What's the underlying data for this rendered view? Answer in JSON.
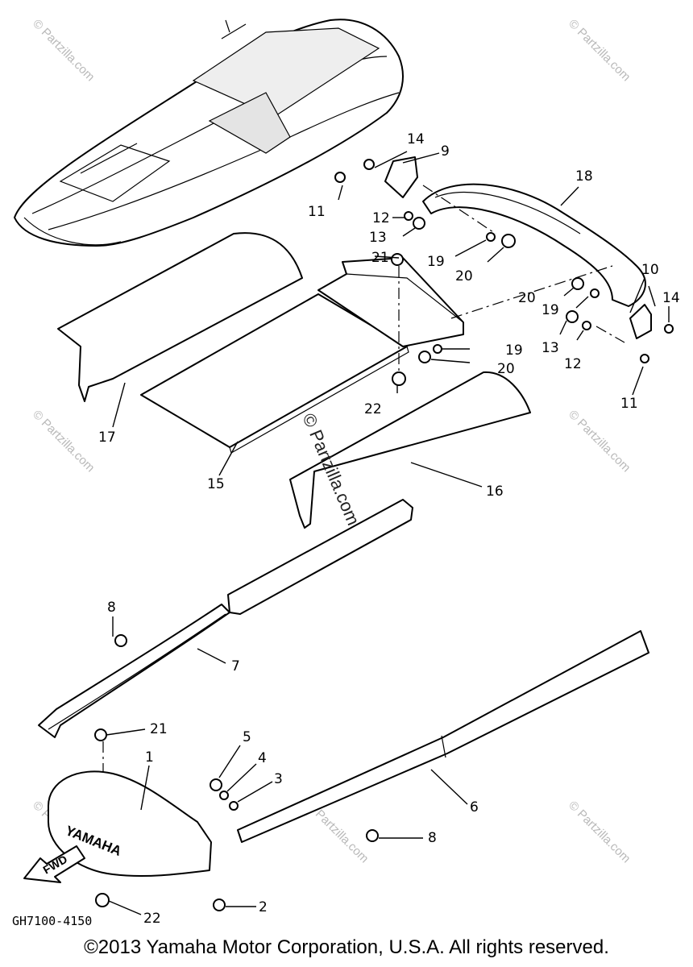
{
  "diagram": {
    "callouts": [
      "1",
      "2",
      "3",
      "4",
      "5",
      "6",
      "7",
      "8",
      "8",
      "9",
      "10",
      "11",
      "11",
      "12",
      "12",
      "13",
      "13",
      "14",
      "14",
      "15",
      "16",
      "17",
      "18",
      "19",
      "19",
      "19",
      "20",
      "20",
      "20",
      "21",
      "21",
      "22",
      "22"
    ],
    "center_watermark": "© Partzilla.com",
    "corner_watermark": "© Partzilla.com",
    "part_code": "GH7100-4150",
    "fwd_arrow": "FWD",
    "brand_mark": "YAMAHA"
  },
  "footer": {
    "copyright": "©2013 Yamaha Motor Corporation, U.S.A. All rights reserved."
  }
}
